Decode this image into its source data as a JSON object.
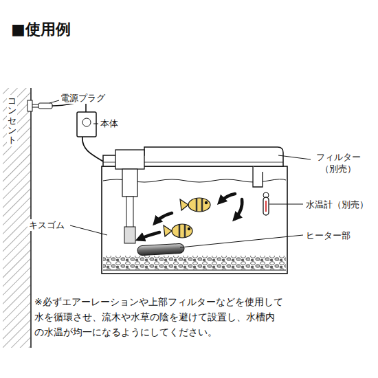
{
  "diagram": {
    "title": "■使用例",
    "caption": "※必ずエアーレーションや上部フィルターなどを使用して 水を循環させ、流木や水草の陰を避けて設置し、水槽内 の水温が均一になるようにしてください。",
    "labels": [
      "コンセント",
      "電源プラグ",
      "本体",
      "フィルター （別売）",
      "水温計（別売）",
      "キスゴム",
      "ヒーター部"
    ]
  }
}
